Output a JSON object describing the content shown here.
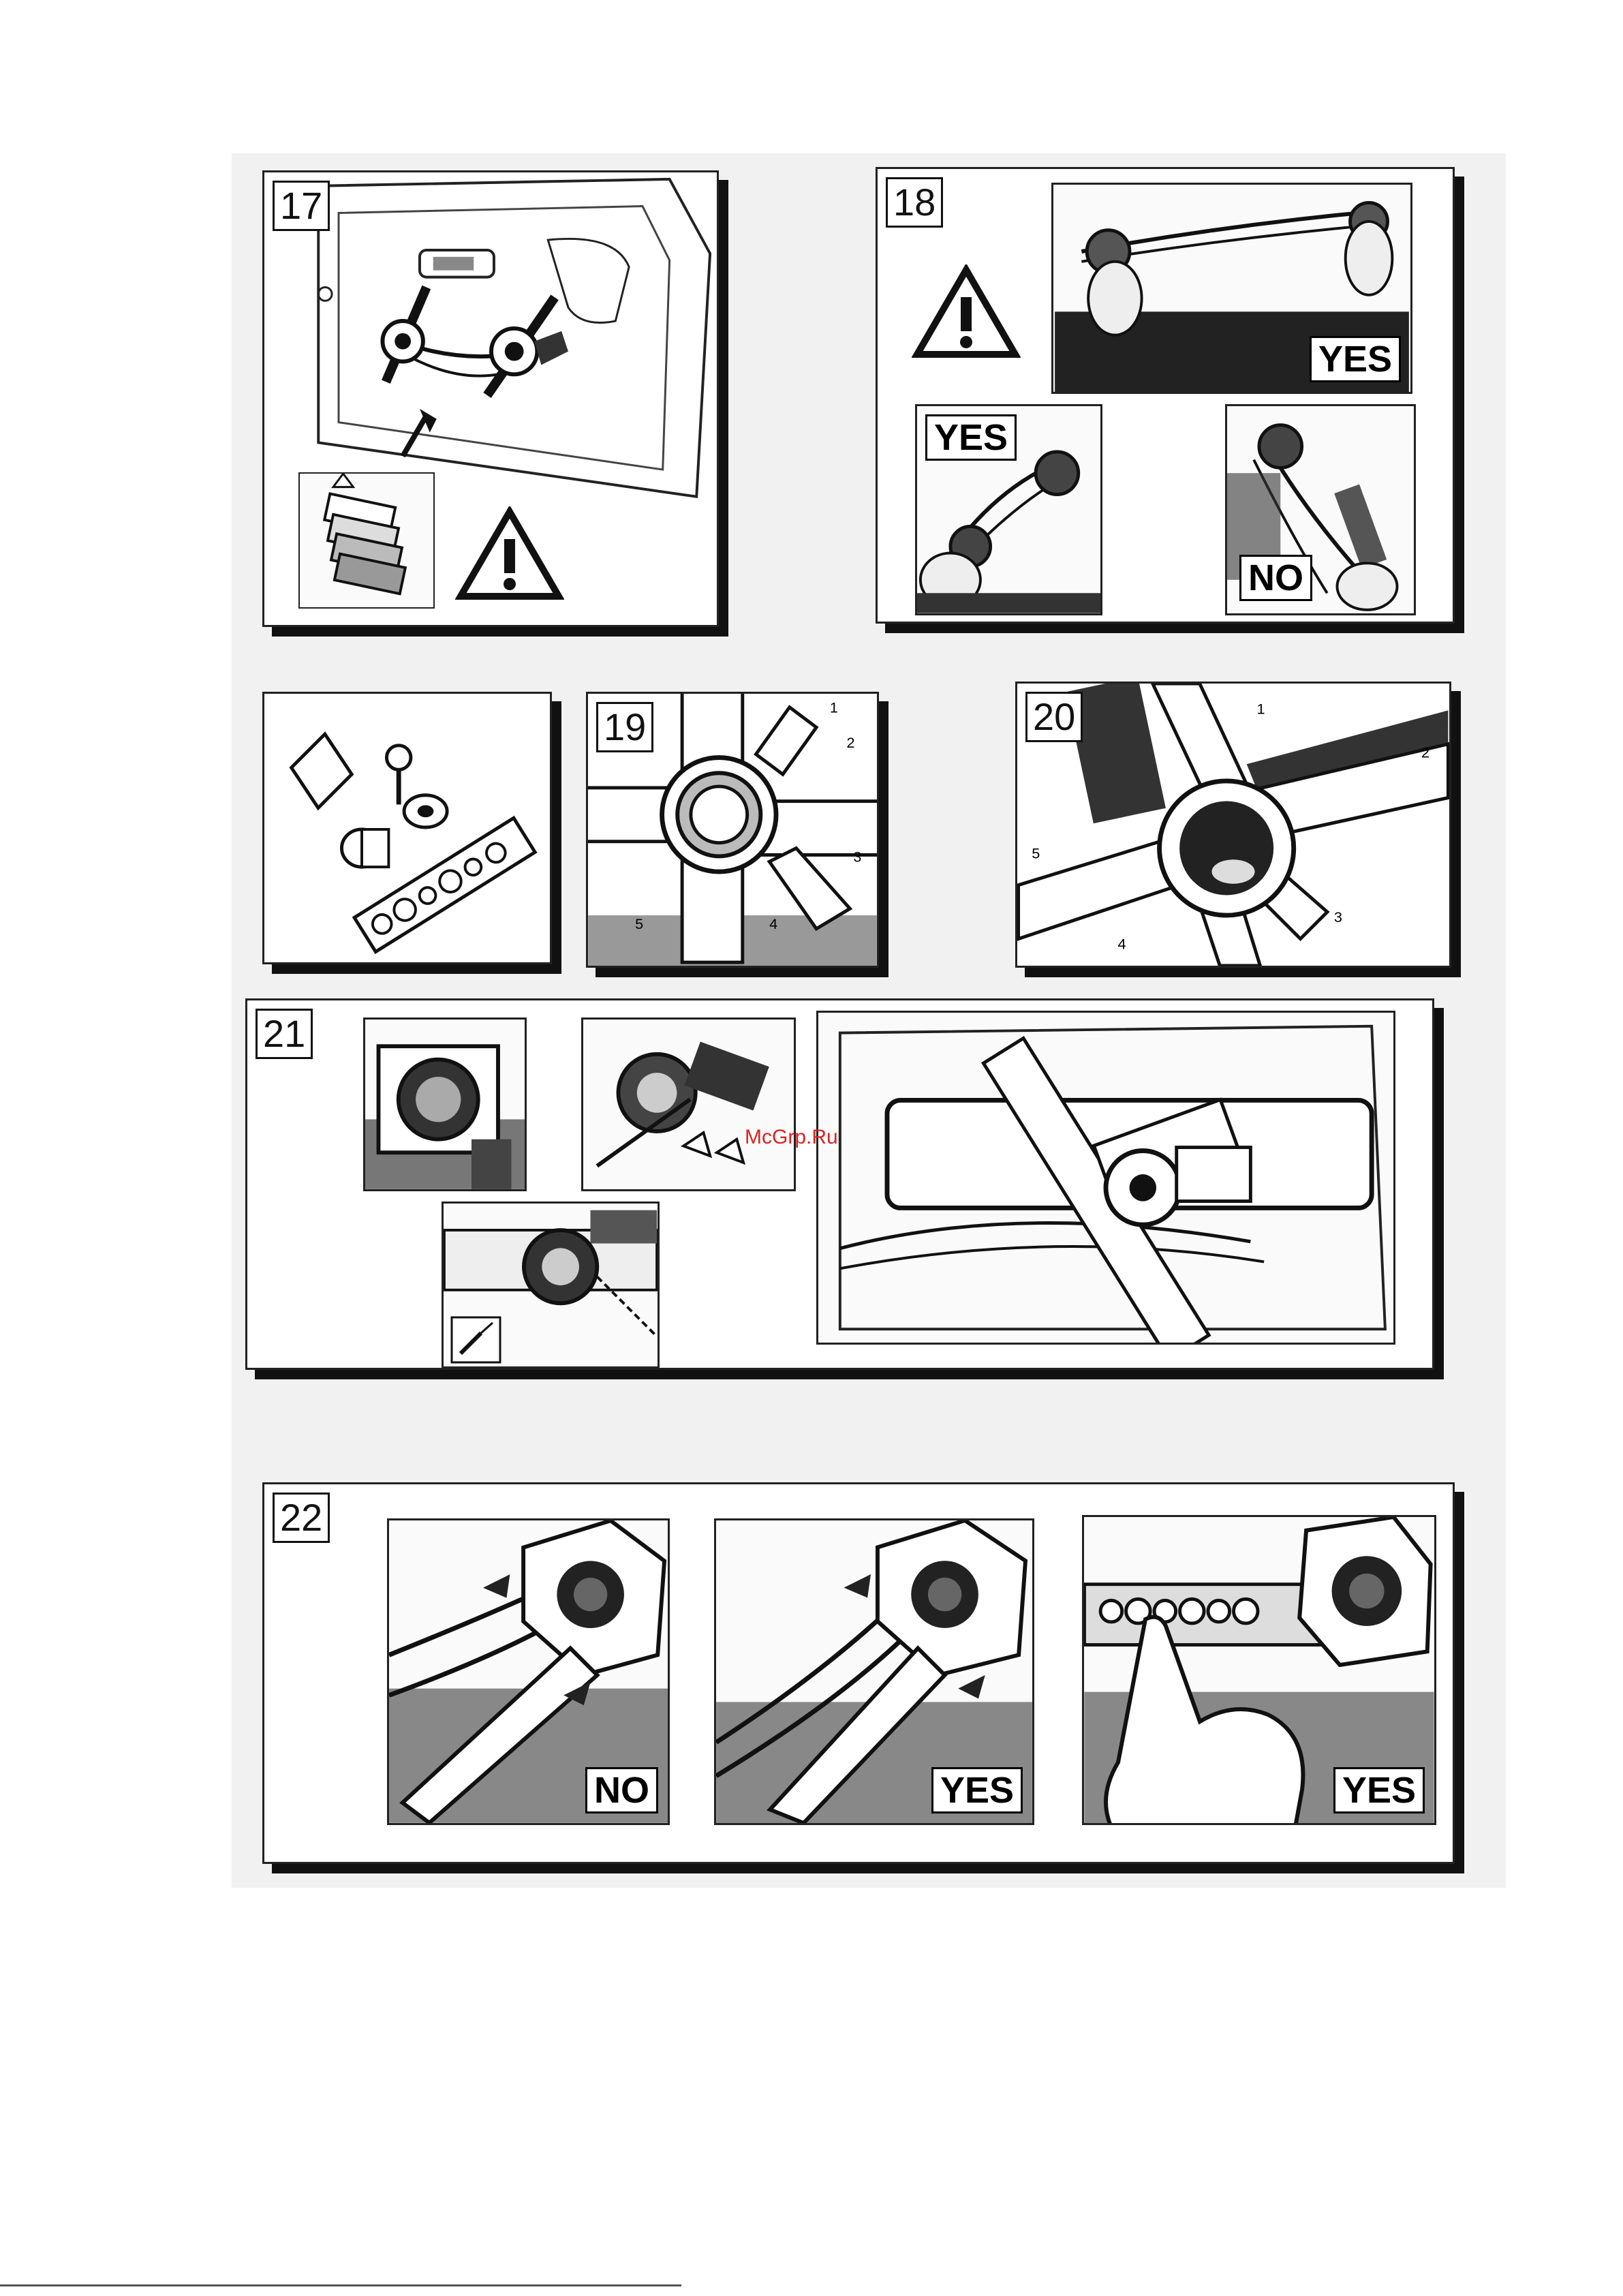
{
  "steps": {
    "s17": {
      "number": "17"
    },
    "s18": {
      "number": "18",
      "label_top": "YES",
      "label_left": "YES",
      "label_right": "NO"
    },
    "s19": {
      "number": "19",
      "callouts": [
        "1",
        "2",
        "3",
        "4",
        "5"
      ]
    },
    "s20": {
      "number": "20",
      "callouts": [
        "1",
        "2",
        "3",
        "4",
        "5"
      ]
    },
    "s21": {
      "number": "21"
    },
    "s22": {
      "number": "22",
      "label_a": "NO",
      "label_b": "YES",
      "label_c": "YES"
    }
  },
  "watermark": "McGrp.Ru",
  "icons": [
    "warning-triangle-icon",
    "screwdriver-icon",
    "pointing-hand-icon"
  ]
}
